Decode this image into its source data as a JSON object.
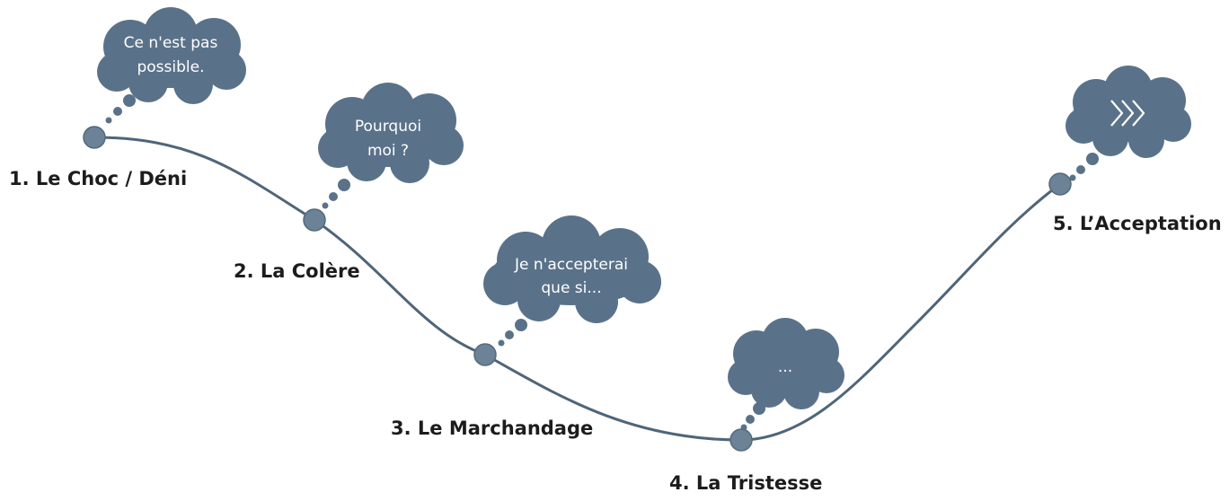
{
  "diagram": {
    "colors": {
      "curve": "#4f6579",
      "node": "#6b8297",
      "cloud": "#5a7289",
      "label_text": "#1c1c1c",
      "cloud_text": "#ffffff"
    },
    "stages": [
      {
        "label": "1. Le Choc / Déni",
        "thought": [
          "Ce n'est pas",
          "possible."
        ]
      },
      {
        "label": "2. La Colère",
        "thought": [
          "Pourquoi",
          "moi ?"
        ]
      },
      {
        "label": "3. Le Marchandage",
        "thought": [
          "Je n'accepterai",
          "que si..."
        ]
      },
      {
        "label": "4. La Tristesse",
        "thought": [
          "..."
        ]
      },
      {
        "label": "5. L’Acceptation",
        "thought_icon": "triple-chevron-right-icon"
      }
    ]
  }
}
